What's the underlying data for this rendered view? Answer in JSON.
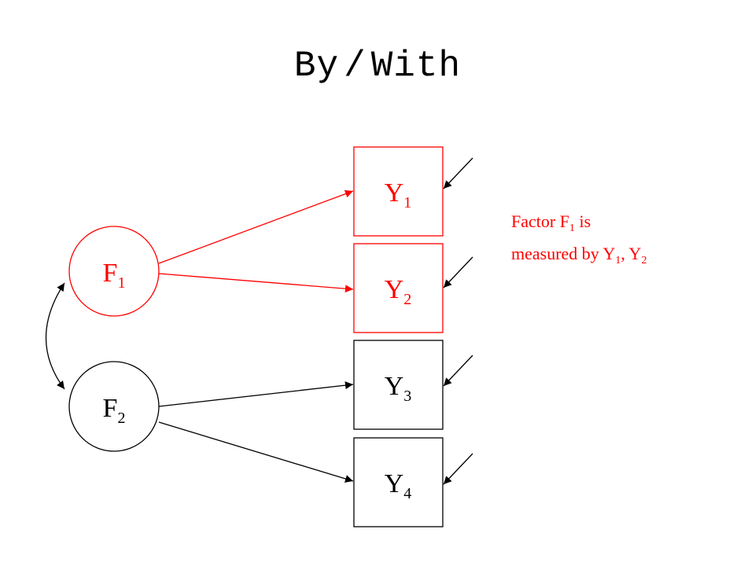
{
  "title": {
    "left": "By",
    "sep": "/",
    "right": "With"
  },
  "colors": {
    "highlight": "#ff0000",
    "normal": "#000000"
  },
  "factors": [
    {
      "id": "F1",
      "letter": "F",
      "sub": "1",
      "highlighted": true
    },
    {
      "id": "F2",
      "letter": "F",
      "sub": "2",
      "highlighted": false
    }
  ],
  "indicators": [
    {
      "id": "Y1",
      "letter": "Y",
      "sub": "1",
      "highlighted": true
    },
    {
      "id": "Y2",
      "letter": "Y",
      "sub": "2",
      "highlighted": true
    },
    {
      "id": "Y3",
      "letter": "Y",
      "sub": "3",
      "highlighted": false
    },
    {
      "id": "Y4",
      "letter": "Y",
      "sub": "4",
      "highlighted": false
    }
  ],
  "note": {
    "line1": {
      "pre": "Factor F",
      "sub": "1",
      "post": " is"
    },
    "line2": {
      "pre": "measured by Y",
      "sub1": "1",
      "mid": ", Y",
      "sub2": "2"
    }
  }
}
